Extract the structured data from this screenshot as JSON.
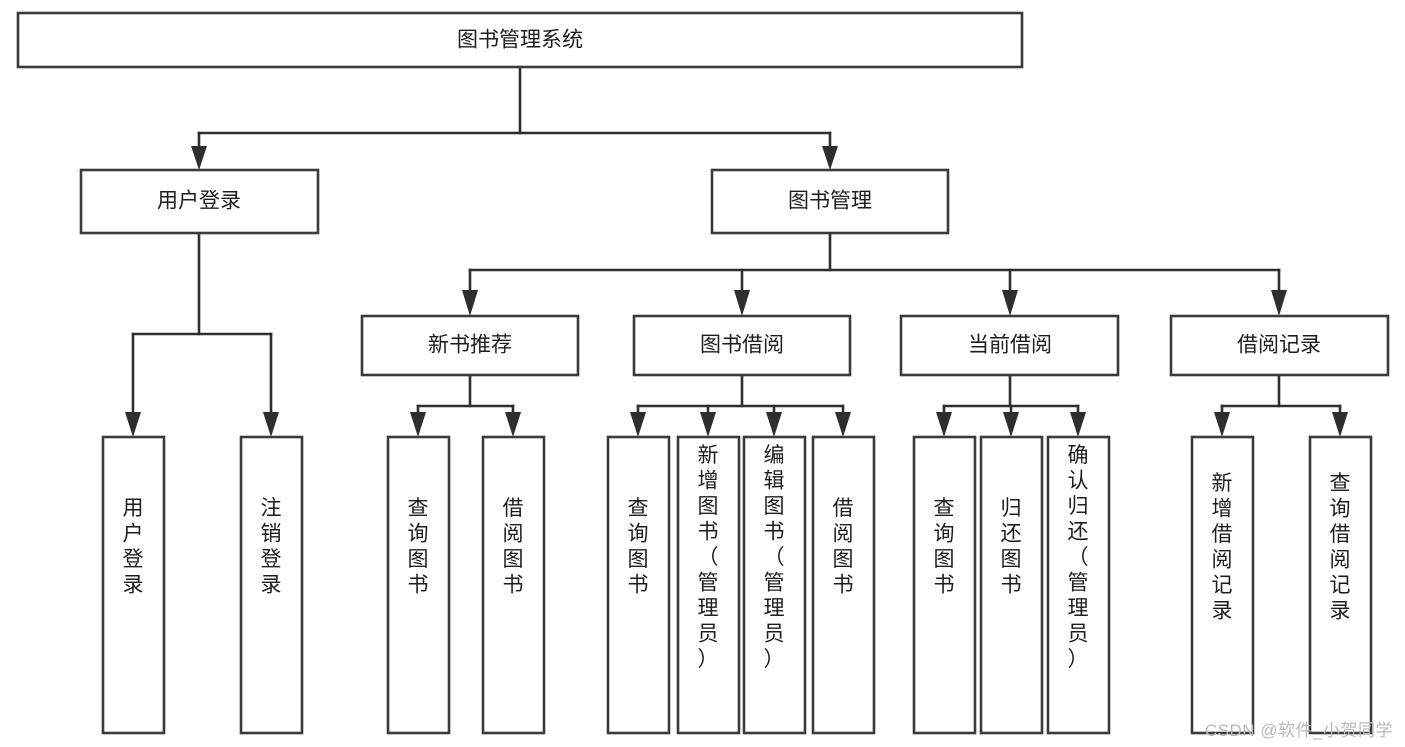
{
  "diagram": {
    "type": "tree-hierarchy",
    "title": "图书管理系统",
    "watermark": "CSDN @软件_小贺同学",
    "colors": {
      "background": "#ffffff",
      "node_fill": "#ffffff",
      "node_stroke": "#3b3b3b",
      "edge": "#2e2e2e",
      "text": "#1d1d1d",
      "watermark": "#b9b9b9"
    },
    "nodes": {
      "root": {
        "label": "图书管理系统",
        "level": 0,
        "orientation": "horizontal"
      },
      "level1": [
        {
          "id": "user-login",
          "label": "用户登录",
          "orientation": "horizontal"
        },
        {
          "id": "book-manage",
          "label": "图书管理",
          "orientation": "horizontal"
        }
      ],
      "level2": [
        {
          "id": "new-book-recommend",
          "label": "新书推荐",
          "orientation": "horizontal",
          "parent": "book-manage"
        },
        {
          "id": "book-borrow",
          "label": "图书借阅",
          "orientation": "horizontal",
          "parent": "book-manage"
        },
        {
          "id": "current-borrow",
          "label": "当前借阅",
          "orientation": "horizontal",
          "parent": "book-manage"
        },
        {
          "id": "borrow-record",
          "label": "借阅记录",
          "orientation": "horizontal",
          "parent": "book-manage"
        }
      ],
      "leaves": [
        {
          "id": "leaf-user-login",
          "label": "用户登录",
          "orientation": "vertical",
          "parent": "user-login"
        },
        {
          "id": "leaf-logout-login",
          "label": "注销登录",
          "orientation": "vertical",
          "parent": "user-login"
        },
        {
          "id": "leaf-query-book-rec",
          "label": "查询图书",
          "orientation": "vertical",
          "parent": "new-book-recommend"
        },
        {
          "id": "leaf-borrow-book-rec",
          "label": "借阅图书",
          "orientation": "vertical",
          "parent": "new-book-recommend"
        },
        {
          "id": "leaf-query-book-borrow",
          "label": "查询图书",
          "orientation": "vertical",
          "parent": "book-borrow"
        },
        {
          "id": "leaf-add-book-admin",
          "label": "新增图书（管理员）",
          "orientation": "vertical",
          "parent": "book-borrow"
        },
        {
          "id": "leaf-edit-book-admin",
          "label": "编辑图书（管理员）",
          "orientation": "vertical",
          "parent": "book-borrow"
        },
        {
          "id": "leaf-borrow-book",
          "label": "借阅图书",
          "orientation": "vertical",
          "parent": "book-borrow"
        },
        {
          "id": "leaf-query-book-cur",
          "label": "查询图书",
          "orientation": "vertical",
          "parent": "current-borrow"
        },
        {
          "id": "leaf-return-book",
          "label": "归还图书",
          "orientation": "vertical",
          "parent": "current-borrow"
        },
        {
          "id": "leaf-confirm-return-admin",
          "label": "确认归还（管理员）",
          "orientation": "vertical",
          "parent": "current-borrow"
        },
        {
          "id": "leaf-add-borrow-record",
          "label": "新增借阅记录",
          "orientation": "vertical",
          "parent": "borrow-record"
        },
        {
          "id": "leaf-query-borrow-record",
          "label": "查询借阅记录",
          "orientation": "vertical",
          "parent": "borrow-record"
        }
      ]
    }
  }
}
